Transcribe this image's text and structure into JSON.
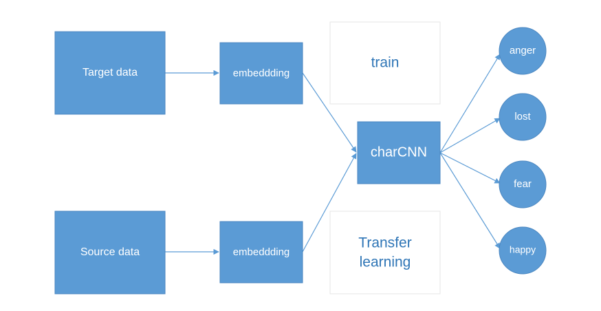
{
  "nodes": {
    "target_data": "Target data",
    "source_data": "Source data",
    "embedding_top": "embeddding",
    "embedding_bottom": "embeddding",
    "charcnn": "charCNN"
  },
  "notes": {
    "train": "train",
    "transfer_line1": "Transfer",
    "transfer_line2": "learning"
  },
  "emotions": [
    "anger",
    "lost",
    "fear",
    "happy"
  ],
  "colors": {
    "box_fill": "#5b9bd5",
    "note_text": "#2e75b6",
    "edge": "#5b9bd5"
  }
}
